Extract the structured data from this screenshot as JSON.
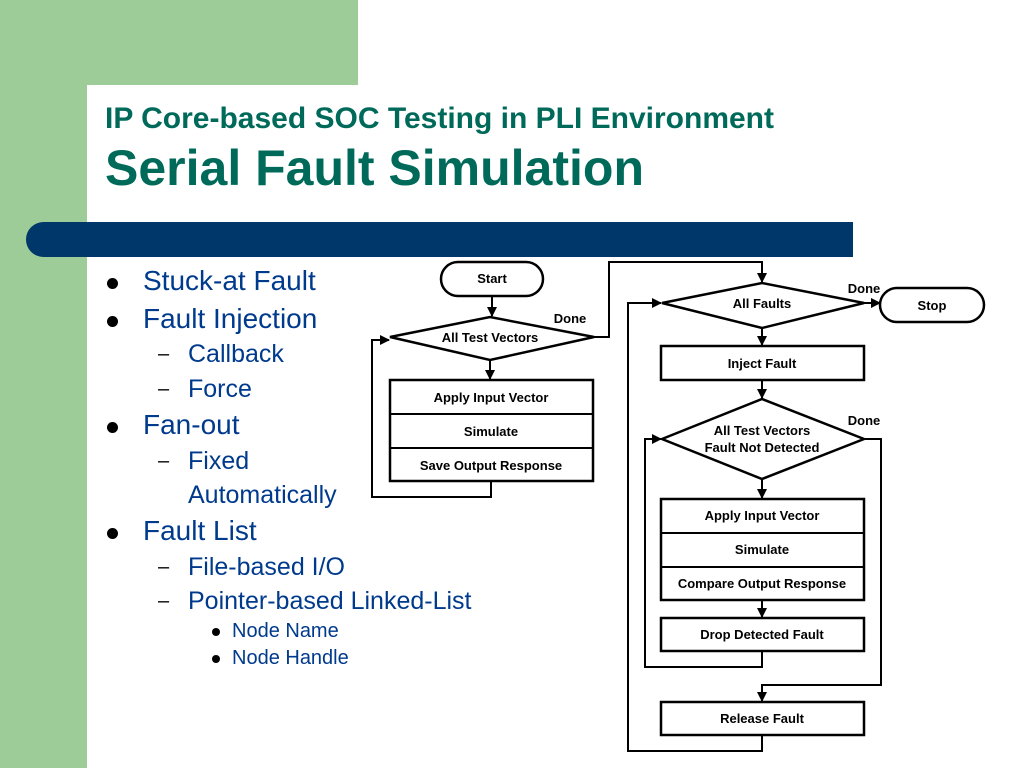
{
  "slide": {
    "title_line1": "IP Core-based SOC Testing in PLI Environment",
    "title_line2": "Serial Fault Simulation",
    "colors": {
      "accent_green": "#9ecc99",
      "title_teal": "#006a5a",
      "band_blue": "#00376a",
      "text_blue": "#003a8c"
    }
  },
  "bullets": [
    {
      "level": 1,
      "text": "Stuck-at Fault"
    },
    {
      "level": 1,
      "text": "Fault Injection"
    },
    {
      "level": 2,
      "text": "Callback"
    },
    {
      "level": 2,
      "text": "Force"
    },
    {
      "level": 1,
      "text": "Fan-out"
    },
    {
      "level": 2,
      "text": "Fixed"
    },
    {
      "level": 2,
      "text": "Automatically",
      "continuation": true
    },
    {
      "level": 1,
      "text": "Fault List"
    },
    {
      "level": 2,
      "text": "File-based I/O"
    },
    {
      "level": 2,
      "text": "Pointer-based Linked-List"
    },
    {
      "level": 3,
      "text": "Node Name"
    },
    {
      "level": 3,
      "text": "Node Handle"
    }
  ],
  "flowchart": {
    "left": {
      "start": "Start",
      "loop": "All Test Vectors",
      "done": "Done",
      "steps": [
        "Apply Input Vector",
        "Simulate",
        "Save Output Response"
      ]
    },
    "right": {
      "outer_loop": "All Faults",
      "outer_done": "Done",
      "stop": "Stop",
      "inject": "Inject Fault",
      "inner_loop_line1": "All Test Vectors",
      "inner_loop_line2": "Fault Not Detected",
      "inner_done": "Done",
      "steps": [
        "Apply Input Vector",
        "Simulate",
        "Compare Output Response"
      ],
      "drop": "Drop Detected Fault",
      "release": "Release Fault"
    }
  }
}
